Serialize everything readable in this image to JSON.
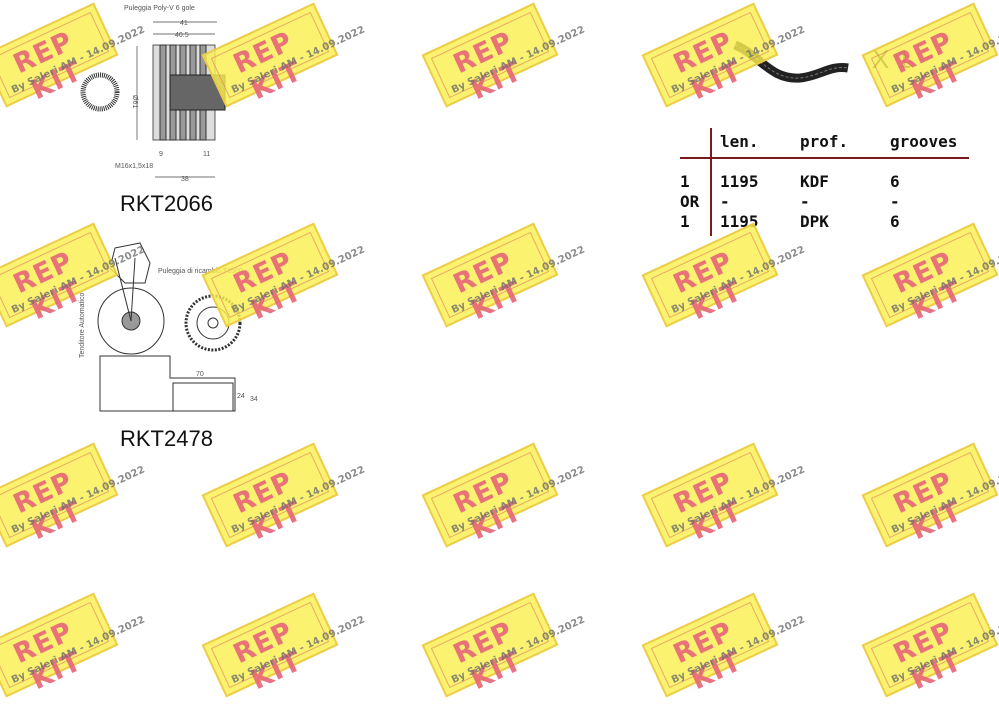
{
  "parts": [
    {
      "code": "RKT2066",
      "caption": "Puleggia Poly-V 6 gole",
      "dims": [
        "41",
        "40.5",
        "Ø61",
        "9",
        "11",
        "38",
        "M16x1,5x18"
      ]
    },
    {
      "code": "RKT2478",
      "caption": "Puleggia di ricambio T1500",
      "side_label": "Tenditore Automatico",
      "dims": [
        "70",
        "24",
        "34"
      ]
    }
  ],
  "belt": {
    "quantity_label": "X 1",
    "headers": [
      "",
      "len.",
      "prof.",
      "grooves"
    ],
    "rows": [
      [
        "1",
        "1195",
        "KDF",
        "6"
      ],
      [
        "OR",
        "-",
        "-",
        "-"
      ],
      [
        "1",
        "1195",
        "DPK",
        "6"
      ]
    ]
  },
  "watermark": {
    "logo": "REP KIT",
    "text": "By Saleri AM - 14.09.2022"
  }
}
